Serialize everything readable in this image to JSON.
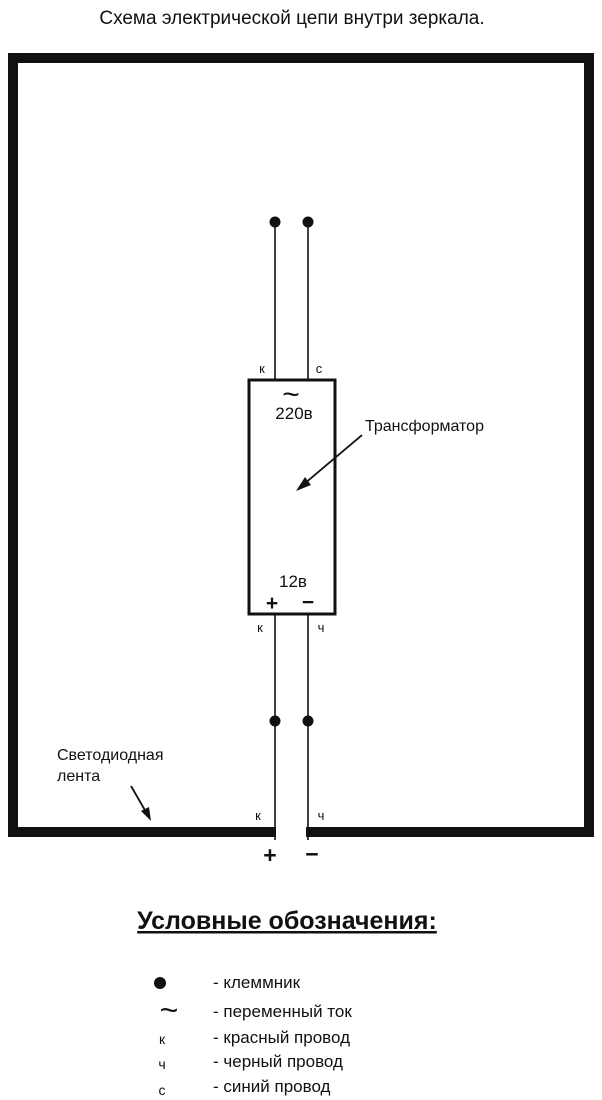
{
  "title": "Схема электрической цепи внутри зеркала.",
  "transformer": {
    "symbol": "~",
    "input_voltage": "220в",
    "output_voltage": "12в",
    "plus": "+",
    "minus": "−",
    "label": "Трансформатор"
  },
  "wire_marks": {
    "top_left": "к",
    "top_right": "с",
    "mid_left": "к",
    "mid_right": "ч",
    "bottom_left": "к",
    "bottom_right": "ч"
  },
  "led_strip": {
    "label_line1": "Светодиодная",
    "label_line2": "лента",
    "plus": "+",
    "minus": "−"
  },
  "legend": {
    "title": "Условные обозначения:",
    "items": [
      {
        "symbol": "●",
        "text": "- клеммник"
      },
      {
        "symbol": "~",
        "text": "- переменный ток"
      },
      {
        "symbol": "к",
        "text": "- красный провод"
      },
      {
        "symbol": "ч",
        "text": "- черный провод"
      },
      {
        "symbol": "с",
        "text": "- синий провод"
      }
    ]
  }
}
